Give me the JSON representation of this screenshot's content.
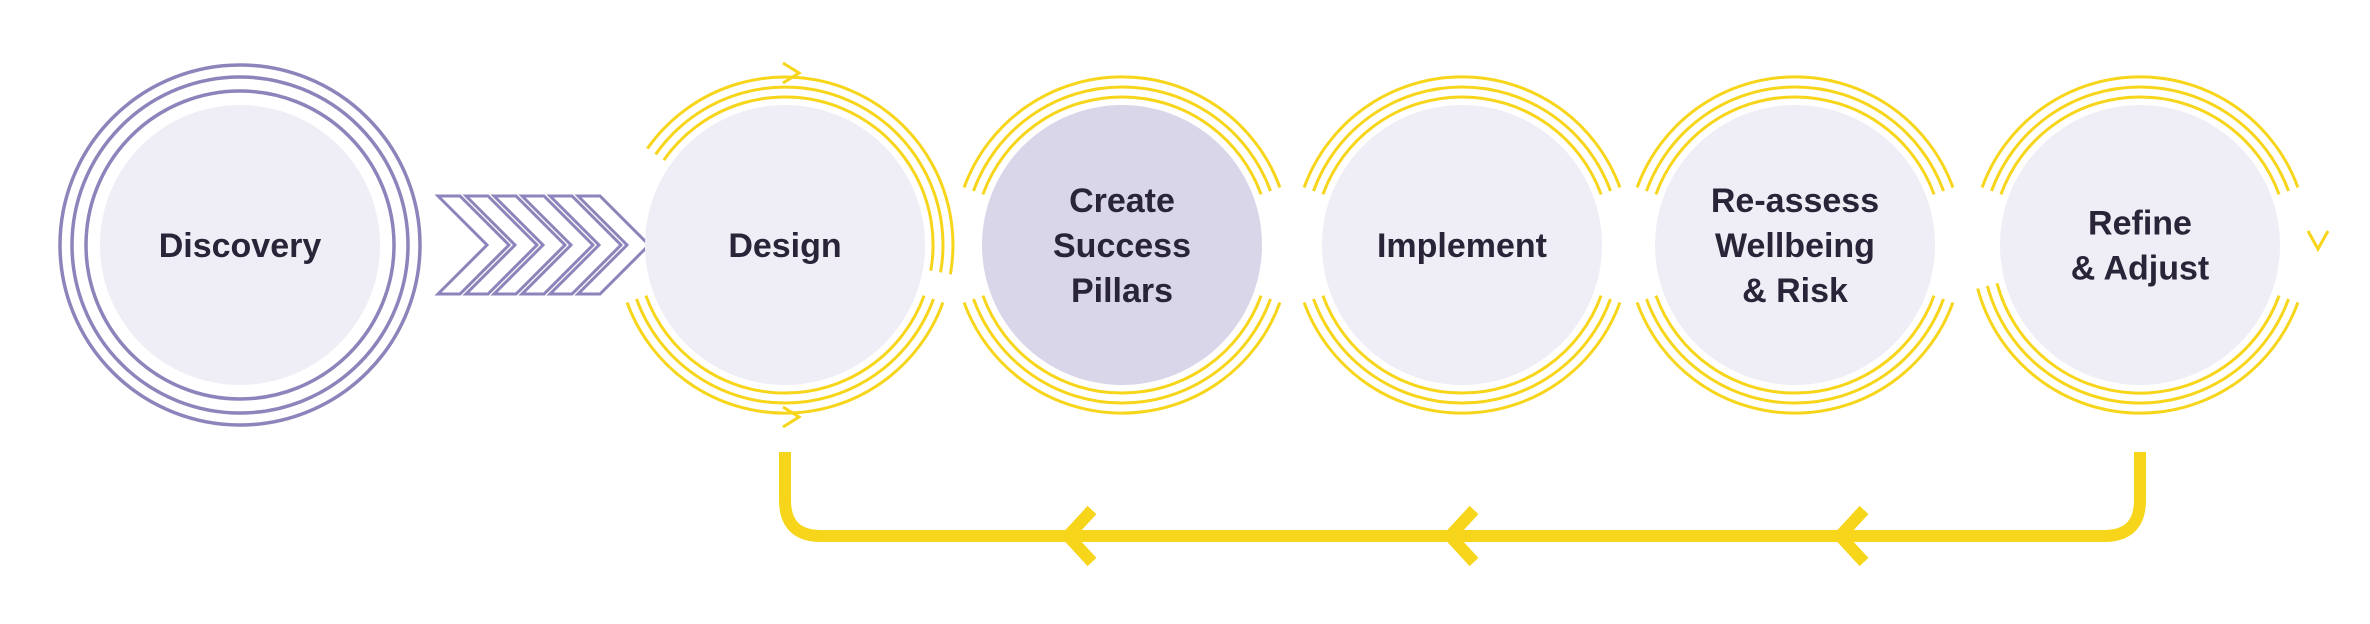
{
  "colors": {
    "discovery_ring": "#8c84bb",
    "process_ring": "#f7d51a",
    "circle_fill": "#efeef7",
    "highlight_fill": "#d9d6ea",
    "text": "#2a2438"
  },
  "stages": [
    {
      "id": "discovery",
      "lines": [
        "Discovery"
      ],
      "highlighted": false
    },
    {
      "id": "design",
      "lines": [
        "Design"
      ],
      "highlighted": false
    },
    {
      "id": "create-success-pillars",
      "lines": [
        "Create",
        "Success",
        "Pillars"
      ],
      "highlighted": true
    },
    {
      "id": "implement",
      "lines": [
        "Implement"
      ],
      "highlighted": false
    },
    {
      "id": "re-assess",
      "lines": [
        "Re-assess",
        "Wellbeing",
        "& Risk"
      ],
      "highlighted": false
    },
    {
      "id": "refine",
      "lines": [
        "Refine",
        "& Adjust"
      ],
      "highlighted": false
    }
  ],
  "feedback_loop": {
    "from": "refine",
    "to": "design",
    "arrowheads": 3,
    "direction": "left"
  }
}
